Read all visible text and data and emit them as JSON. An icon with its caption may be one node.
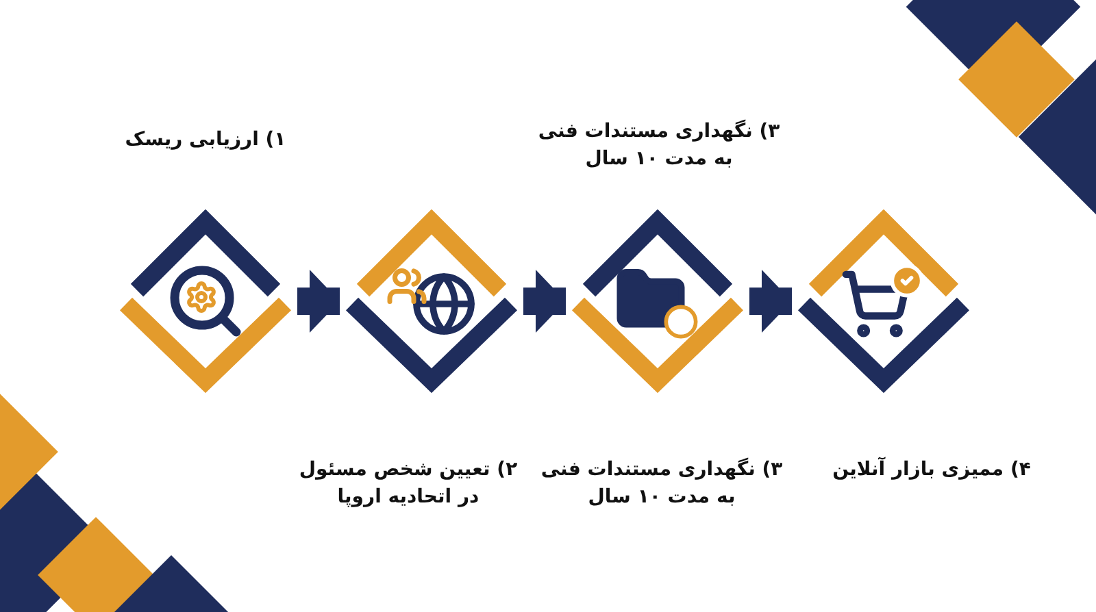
{
  "diagram": {
    "nodes": [
      {
        "text": [],
        "shape": "diamond",
        "beside": [
          "۱) ارزیابی ریسک"
        ]
      },
      {
        "text": [],
        "shape": "diamond",
        "beside": [
          "۲) تعیین شخص مسئول در اتحادیه اروپا"
        ]
      },
      {
        "text": [],
        "shape": "diamond",
        "beside": [
          "۳) نگهداری مستندات فنی به مدت ۱۰ سال",
          "۳) نگهداری مستندات فنی به مدت ۱۰ سال"
        ]
      },
      {
        "text": [],
        "shape": "diamond",
        "beside": [
          "۴) ممیزی بازار آنلاین"
        ]
      }
    ],
    "edges": [
      {
        "from": 0,
        "to": 1,
        "arrow": "to"
      },
      {
        "from": 1,
        "to": 2,
        "arrow": "to"
      },
      {
        "from": 2,
        "to": 3,
        "arrow": "to"
      }
    ]
  }
}
